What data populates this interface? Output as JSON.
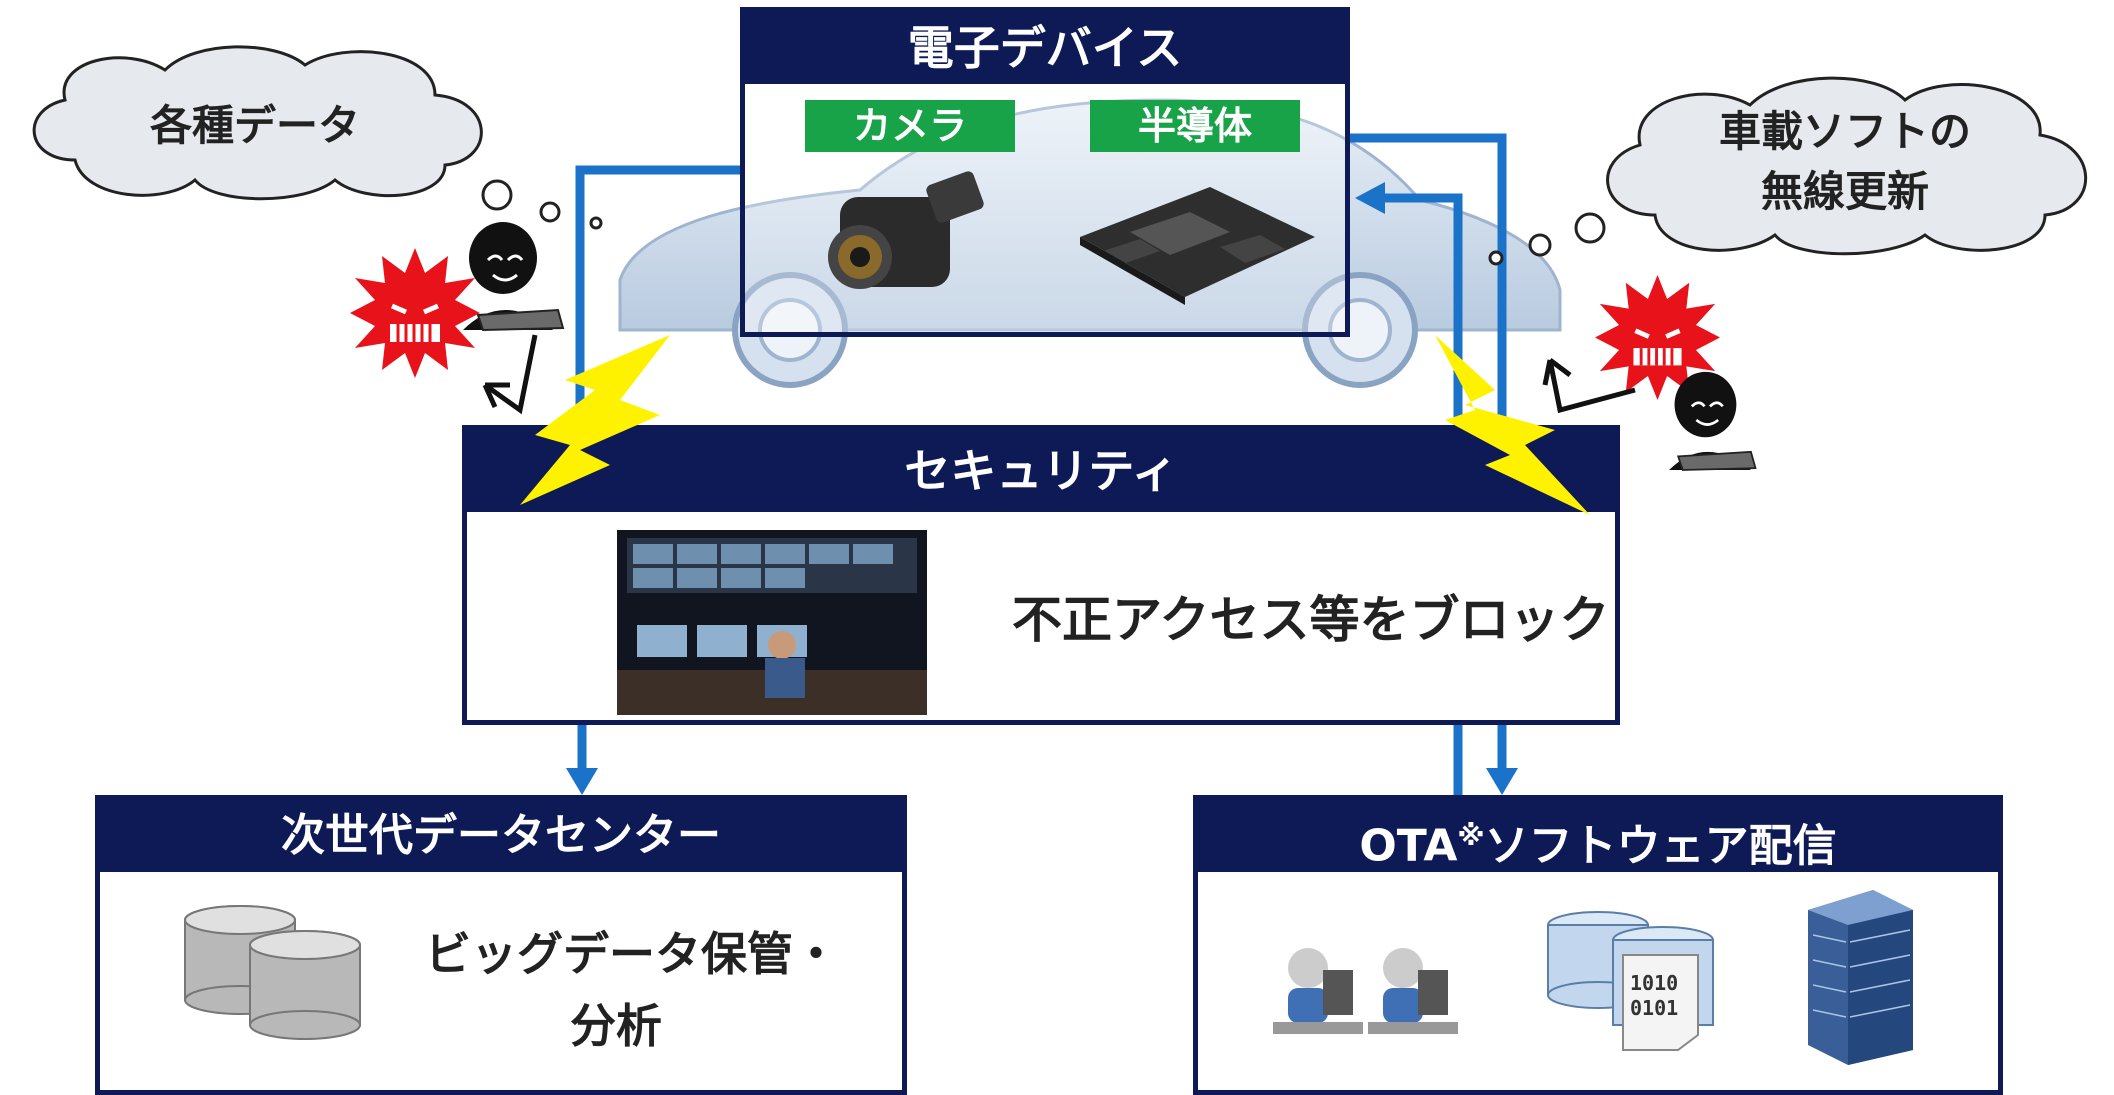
{
  "title": "電子デバイス",
  "device_labels": {
    "camera": "カメラ",
    "semiconductor": "半導体"
  },
  "cloud_left": "各種データ",
  "cloud_right": {
    "line1": "車載ソフトの",
    "line2": "無線更新"
  },
  "security": {
    "title": "セキュリティ",
    "text": "不正アクセス等をブロック"
  },
  "datacenter": {
    "title": "次世代データセンター",
    "text_line1": "ビッグデータ保管・",
    "text_line2": "分析"
  },
  "ota": {
    "title_prefix": "OTA",
    "title_mark": "※",
    "title_suffix": "ソフトウェア配信",
    "binary_line1": "1010",
    "binary_line2": "0101"
  },
  "colors": {
    "navy": "#0e1a56",
    "blue_arrow": "#1a73c8",
    "green": "#18a349",
    "virus": "#e8121b",
    "flash": "#fff200"
  }
}
